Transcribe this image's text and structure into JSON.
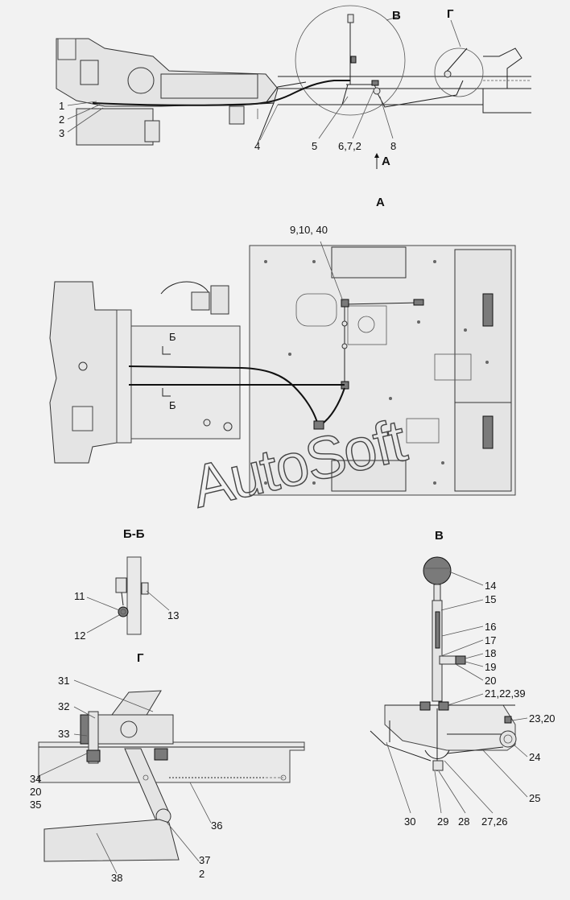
{
  "views": {
    "top": {
      "labels": {
        "1": "1",
        "2": "2",
        "3": "3",
        "4": "4",
        "5": "5",
        "672": "6,7,2",
        "8": "8",
        "arrow": "А"
      },
      "callouts": {
        "v": "В",
        "g": "Г"
      }
    },
    "a": {
      "title": "А",
      "label_91040": "9,10, 40",
      "section_left": "Б",
      "section_right": "Б"
    },
    "bb": {
      "title": "Б-Б",
      "labels": {
        "11": "11",
        "12": "12",
        "13": "13"
      }
    },
    "v": {
      "title": "В",
      "labels": {
        "14": "14",
        "15": "15",
        "16": "16",
        "17": "17",
        "18": "18",
        "19": "19",
        "20": "20",
        "212239": "21,22,39",
        "2320": "23,20",
        "24": "24",
        "25": "25",
        "30": "30",
        "29": "29",
        "28": "28",
        "2726": "27,26"
      }
    },
    "g": {
      "title": "Г",
      "labels": {
        "31": "31",
        "32": "32",
        "33": "33",
        "34": "34",
        "20": "20",
        "35": "35",
        "36": "36",
        "37": "37",
        "2": "2",
        "38": "38"
      }
    }
  },
  "watermark": "AutoSoft"
}
